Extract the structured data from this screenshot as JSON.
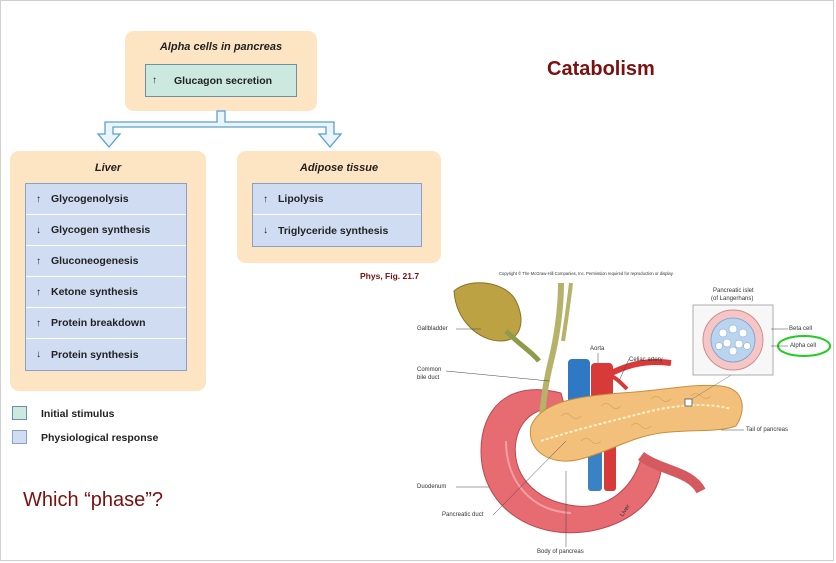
{
  "alpha_cells": {
    "title": "Alpha cells in pancreas",
    "stimulus": {
      "arrow": "↑",
      "text": "Glucagon secretion"
    }
  },
  "liver": {
    "title": "Liver",
    "items": [
      {
        "arrow": "↑",
        "text": "Glycogenolysis"
      },
      {
        "arrow": "↓",
        "text": "Glycogen synthesis"
      },
      {
        "arrow": "↑",
        "text": "Gluconeogenesis"
      },
      {
        "arrow": "↑",
        "text": "Ketone synthesis"
      },
      {
        "arrow": "↑",
        "text": "Protein breakdown"
      },
      {
        "arrow": "↓",
        "text": "Protein synthesis"
      }
    ]
  },
  "adipose": {
    "title": "Adipose tissue",
    "items": [
      {
        "arrow": "↑",
        "text": "Lipolysis"
      },
      {
        "arrow": "↓",
        "text": "Triglyceride synthesis"
      }
    ]
  },
  "legend": {
    "initial_stimulus": "Initial stimulus",
    "physiological_response": "Physiological response",
    "stimulus_color": "#cbe9df",
    "response_color": "#cfdcf2"
  },
  "heading": "Catabolism",
  "question": "Which “phase”?",
  "figure_ref": "Phys, Fig. 21.7",
  "illustration": {
    "copyright": "Copyright © The McGraw-Hill Companies, Inc. Permission required for reproduction or display.",
    "labels": {
      "gallbladder": "Gallbladder",
      "aorta": "Aorta",
      "celiac_artery": "Celiac artery",
      "common_bile_duct_1": "Common",
      "common_bile_duct_2": "bile duct",
      "pancreatic_islet_1": "Pancreatic islet",
      "pancreatic_islet_2": "(of Langerhans)",
      "beta_cell": "Beta cell",
      "alpha_cell": "Alpha cell",
      "tail_of_pancreas": "Tail of pancreas",
      "duodenum": "Duodenum",
      "pancreatic_duct": "Pancreatic duct",
      "body_of_pancreas": "Body of pancreas",
      "liver": "Liver"
    }
  },
  "colors": {
    "panel": "#fde5c3",
    "heading": "#7b1010",
    "connector": "#5aa0d0",
    "highlight_ring": "#22cc22"
  }
}
